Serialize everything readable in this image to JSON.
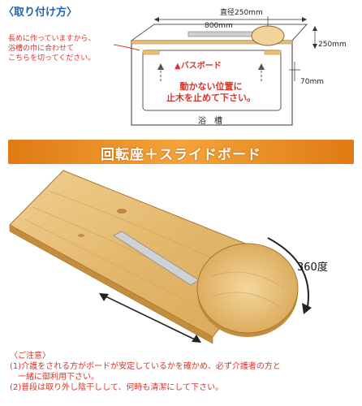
{
  "install": {
    "title": "〈取り付け方〉",
    "note_lines": [
      "長めに作っていますから、",
      "浴槽の巾に合わせて",
      "こちらを切ってください。"
    ],
    "dim_diameter": "直径250mm",
    "dim_length": "800mm",
    "dim_width": "250mm",
    "dim_depth": "70mm",
    "bathboard_label": "▲バスボード",
    "stopper_lines": [
      "動かない位置に",
      "止木を止めて下さい。"
    ],
    "tub_label": "浴　槽"
  },
  "product": {
    "banner": "回転座＋スライドボード",
    "rotation": "360度"
  },
  "caution": {
    "heading": "〈ご注意〉",
    "lines": [
      "(1)介護をされる方がボードが安定しているかを確かめ、必ず介護者の方と",
      "　一緒に御利用下さい。",
      "(2)普段は取り外し陰干しして、何時も清潔にして下さい。"
    ]
  },
  "colors": {
    "title_blue": "#1b66b1",
    "note_red": "#d9352b",
    "banner_orange": "#f3a43a",
    "wood": "#e6c079"
  }
}
